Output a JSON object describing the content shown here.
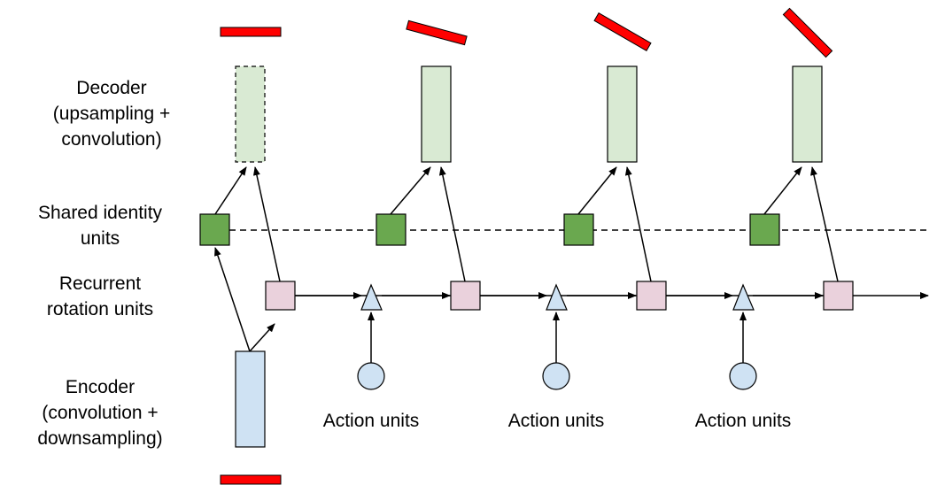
{
  "labels": {
    "decoder": [
      "Decoder",
      "(upsampling +",
      "convolution)"
    ],
    "shared": [
      "Shared identity",
      "units"
    ],
    "recurrent": [
      "Recurrent",
      "rotation units"
    ],
    "encoder": [
      "Encoder",
      "(convolution +",
      "downsampling)"
    ],
    "action": [
      "Action units",
      "Action units",
      "Action units"
    ]
  },
  "colors": {
    "output_bar": "#ff0000",
    "decoder_fill": "#d9ead3",
    "identity_fill": "#6aa84f",
    "rotation_fill": "#ead1dc",
    "action_fill": "#cfe2f3",
    "encoder_fill": "#cfe2f3",
    "stroke": "#000000"
  },
  "first_decoder_dashed": true
}
